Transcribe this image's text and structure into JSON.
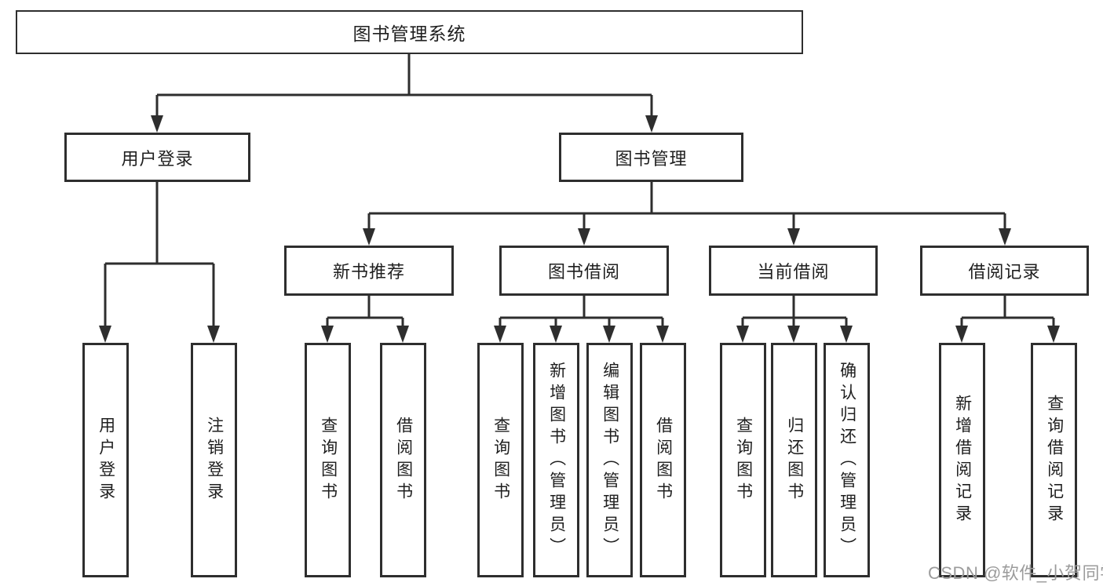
{
  "colors": {
    "line": "#2e2e2e",
    "text": "#1f1f1f",
    "watermark": "#9b9b9b",
    "background": "#ffffff"
  },
  "watermark": {
    "text": "CSDN @软件_小贺同学"
  },
  "tree": {
    "label": "图书管理系统",
    "children": [
      {
        "label": "用户登录",
        "children": [
          {
            "label": "用户登录"
          },
          {
            "label": "注销登录"
          }
        ]
      },
      {
        "label": "图书管理",
        "children": [
          {
            "label": "新书推荐",
            "children": [
              {
                "label": "查询图书"
              },
              {
                "label": "借阅图书"
              }
            ]
          },
          {
            "label": "图书借阅",
            "children": [
              {
                "label": "查询图书"
              },
              {
                "label": "新增图书（管理员）"
              },
              {
                "label": "编辑图书（管理员）"
              },
              {
                "label": "借阅图书"
              }
            ]
          },
          {
            "label": "当前借阅",
            "children": [
              {
                "label": "查询图书"
              },
              {
                "label": "归还图书"
              },
              {
                "label": "确认归还（管理员）"
              }
            ]
          },
          {
            "label": "借阅记录",
            "children": [
              {
                "label": "新增借阅记录"
              },
              {
                "label": "查询借阅记录"
              }
            ]
          }
        ]
      }
    ]
  }
}
